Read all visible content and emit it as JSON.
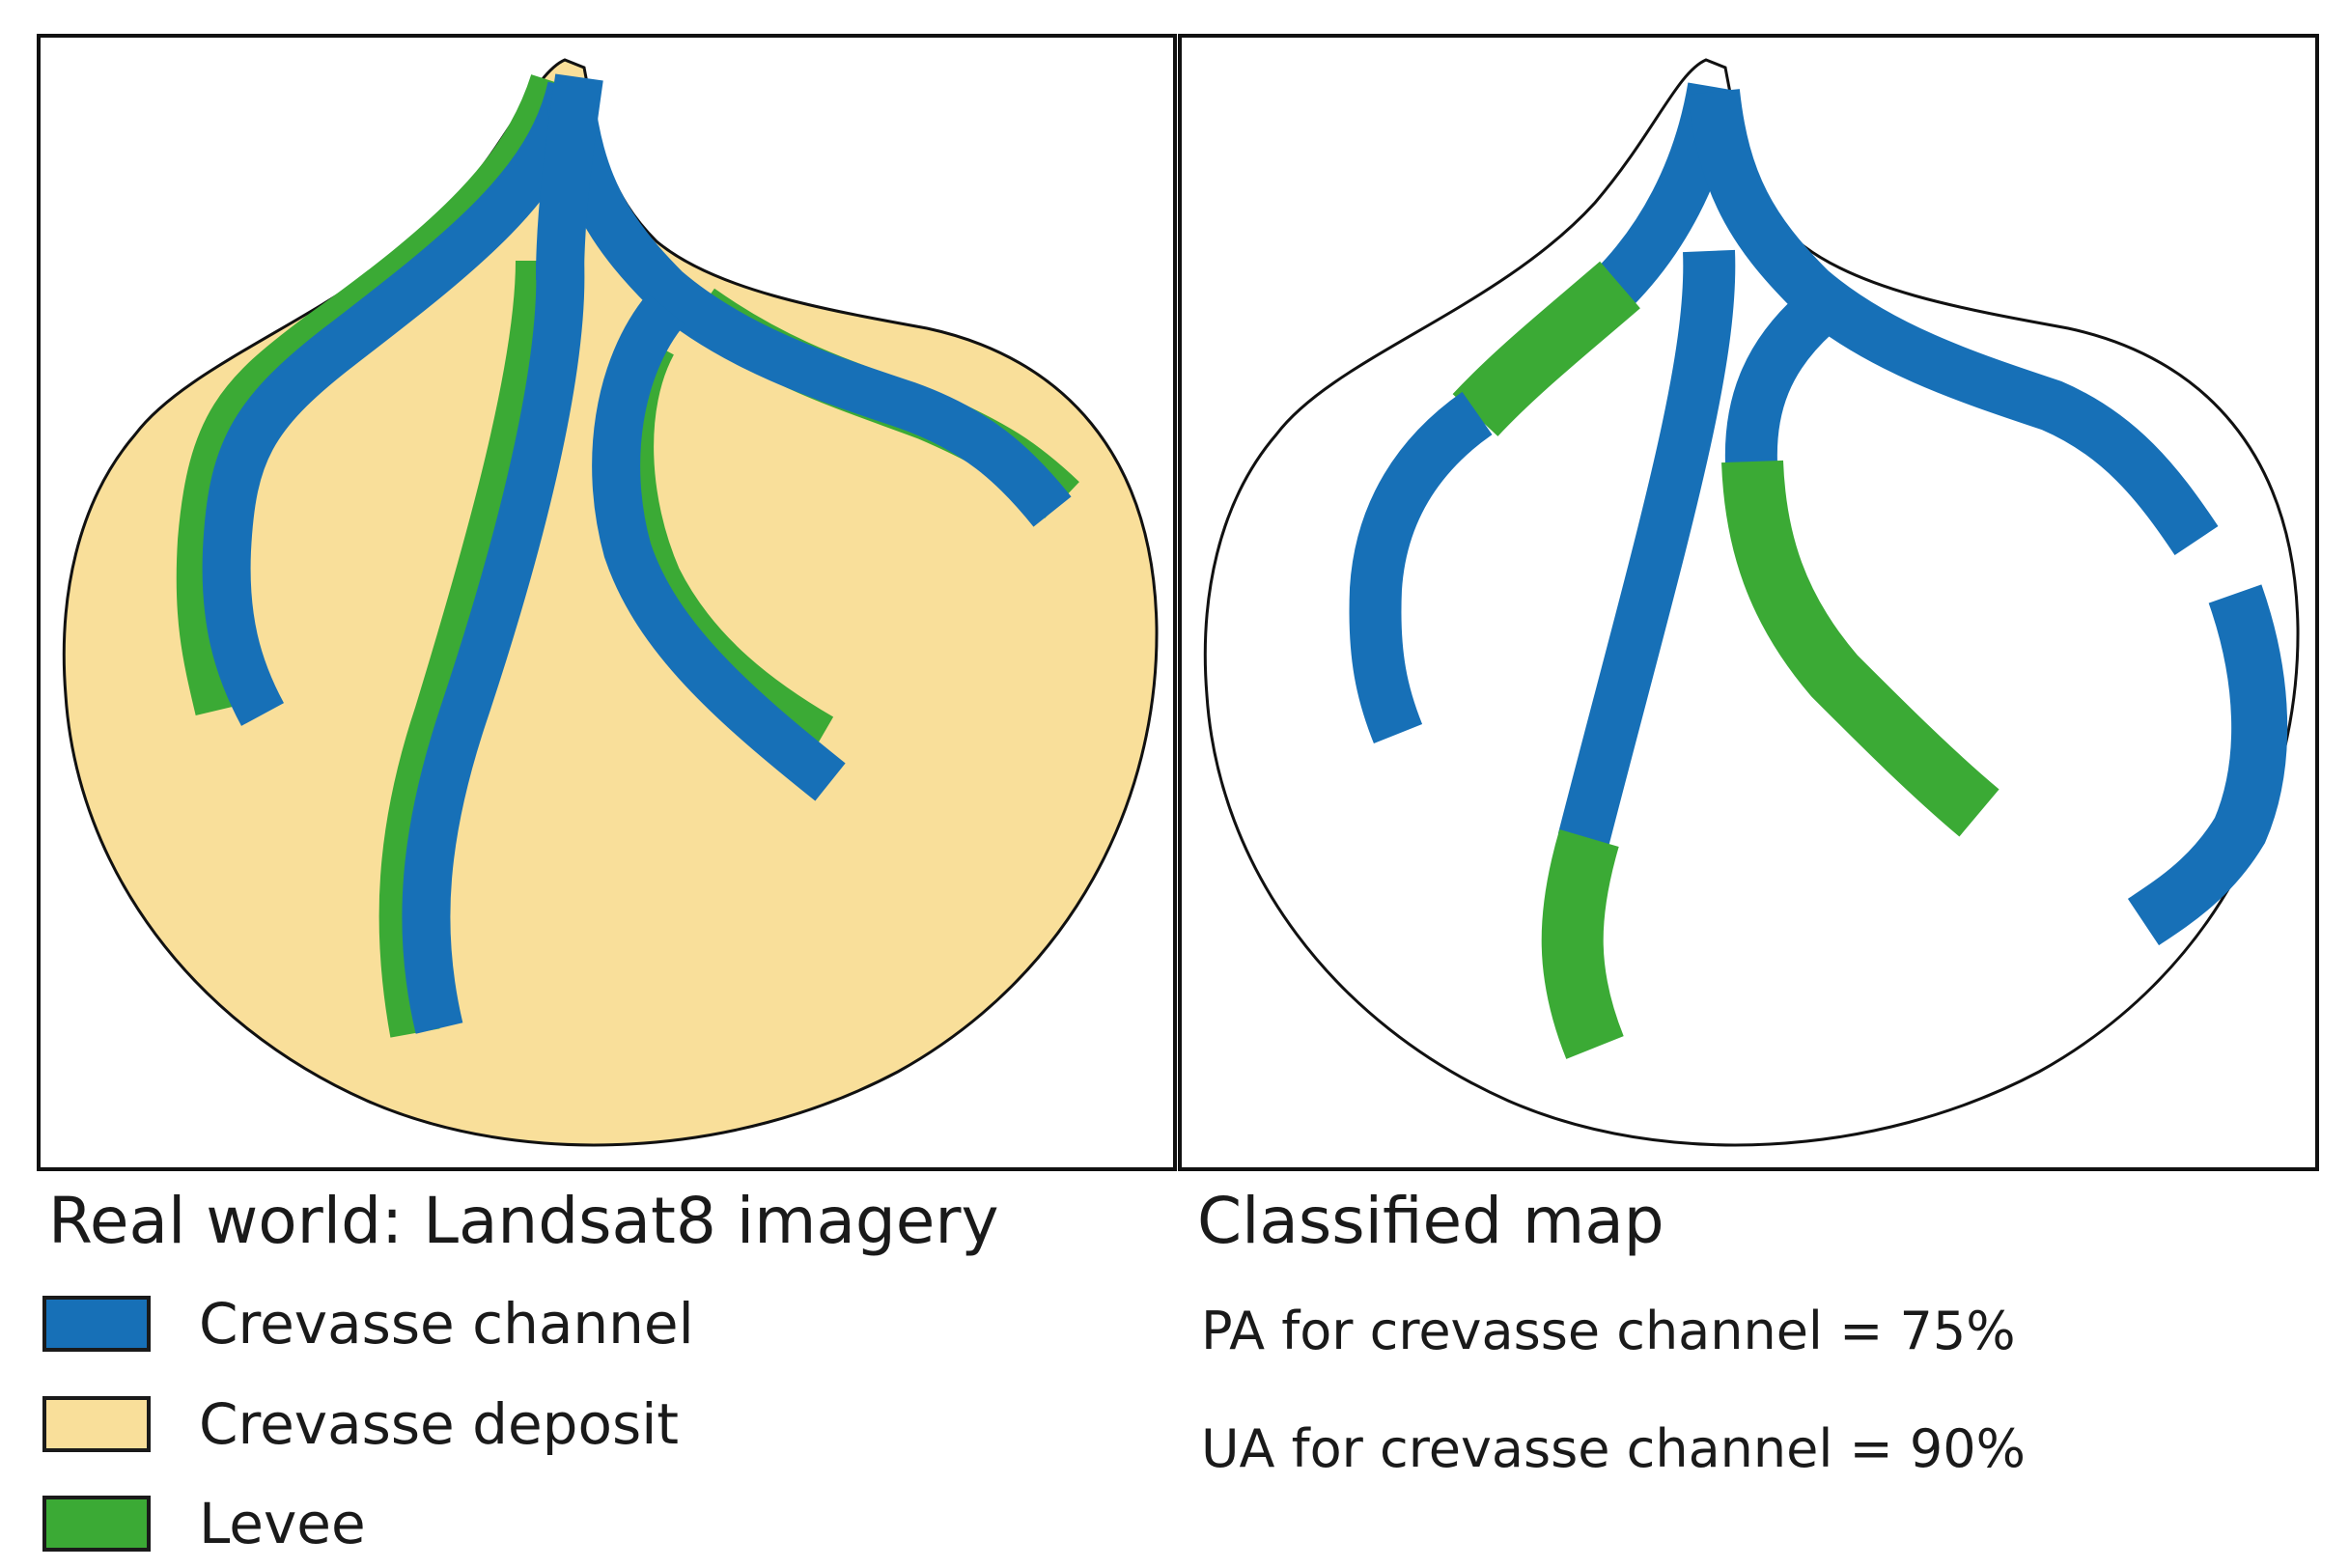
{
  "colors": {
    "channel": "#1770B7",
    "deposit": "#F9DF9A",
    "levee": "#3BAA35",
    "outline": "#111111",
    "background": "#FFFFFF"
  },
  "left_panel": {
    "title": "Real world: Landsat8 imagery"
  },
  "right_panel": {
    "title": "Classified map",
    "stats": [
      "PA for crevasse channel = 75%",
      "UA for crevasse channel = 90%"
    ]
  },
  "legend": [
    {
      "label": "Crevasse channel",
      "color": "#1770B7"
    },
    {
      "label": "Crevasse deposit",
      "color": "#F9DF9A"
    },
    {
      "label": "Levee",
      "color": "#3BAA35"
    }
  ]
}
